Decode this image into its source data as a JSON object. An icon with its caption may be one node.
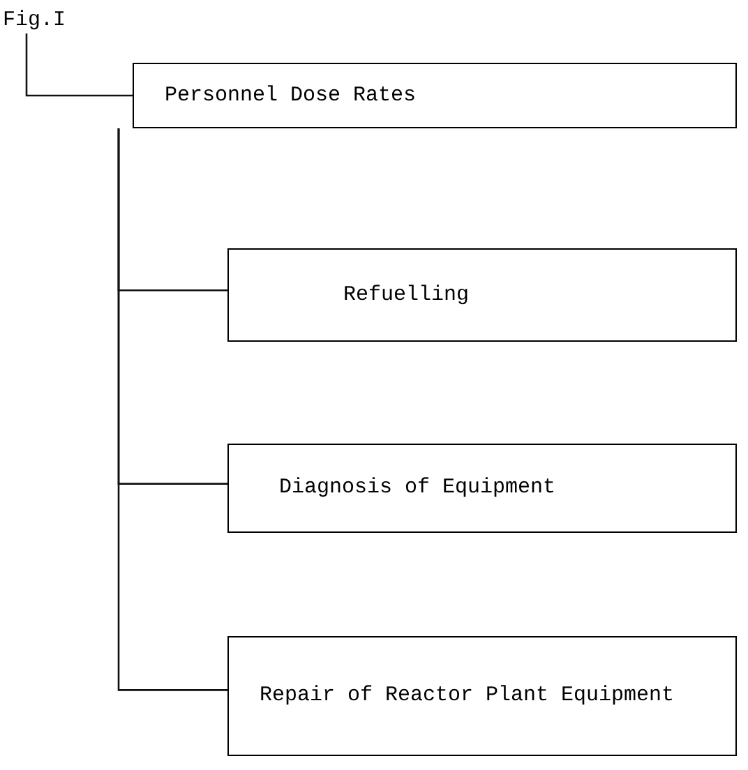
{
  "diagram": {
    "nodes": [
      {
        "text": [
          "Fig.I"
        ]
      },
      {
        "text": [
          "Personnel Dose Rates"
        ]
      },
      {
        "text": [
          "Refuelling"
        ]
      },
      {
        "text": [
          "Diagnosis of Equipment"
        ]
      },
      {
        "text": [
          "Repair of Reactor Plant Equipment"
        ]
      }
    ],
    "edges": [
      {
        "from": 0,
        "to": 1,
        "arrow": "none"
      },
      {
        "from": 1,
        "to": 2,
        "arrow": "none"
      },
      {
        "from": 1,
        "to": 3,
        "arrow": "none"
      },
      {
        "from": 1,
        "to": 4,
        "arrow": "none"
      }
    ]
  }
}
